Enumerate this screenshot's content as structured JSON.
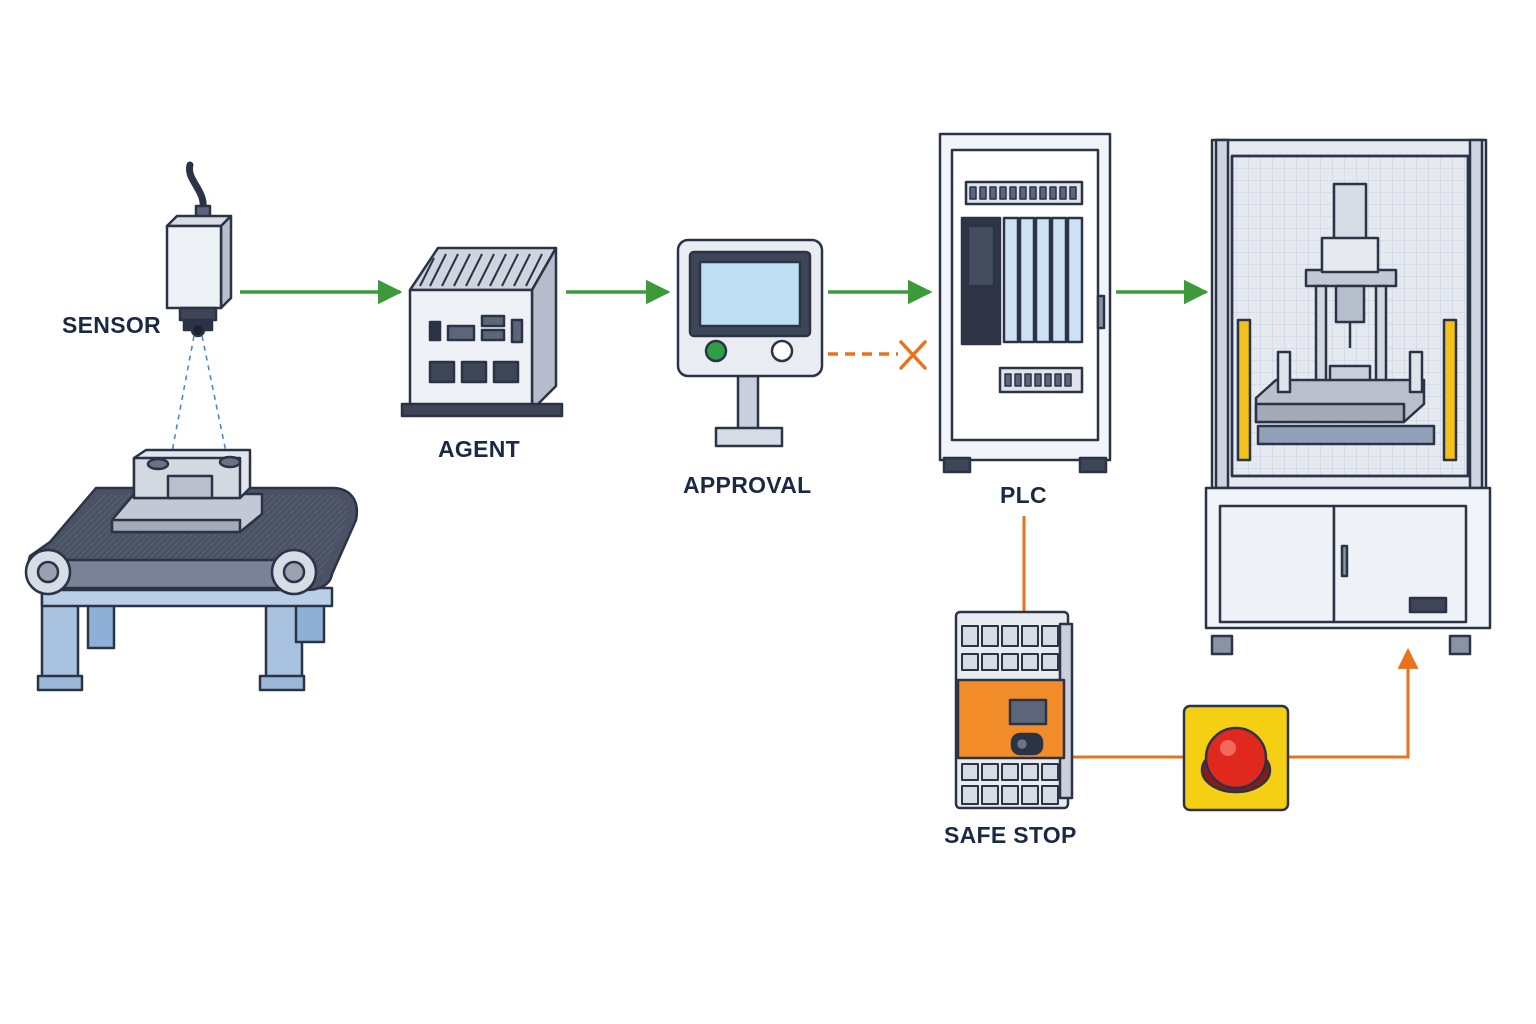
{
  "labels": {
    "sensor": "SENSOR",
    "agent": "AGENT",
    "approval": "APPROVAL",
    "plc": "PLC",
    "safe_stop": "SAFE STOP"
  },
  "connections": [
    {
      "from": "sensor",
      "to": "agent",
      "type": "signal",
      "style": "solid-arrow"
    },
    {
      "from": "agent",
      "to": "approval",
      "type": "signal",
      "style": "solid-arrow"
    },
    {
      "from": "approval",
      "to": "plc",
      "type": "signal",
      "style": "solid-arrow"
    },
    {
      "from": "approval",
      "to": "plc",
      "type": "blocked",
      "style": "dashed-cross"
    },
    {
      "from": "plc",
      "to": "machine",
      "type": "signal",
      "style": "solid-arrow"
    },
    {
      "from": "plc",
      "to": "safe_stop",
      "type": "safety",
      "style": "solid-line"
    },
    {
      "from": "safe_stop",
      "to": "emergency_stop_button",
      "type": "safety",
      "style": "solid-line"
    },
    {
      "from": "emergency_stop_button",
      "to": "machine",
      "type": "safety",
      "style": "solid-arrow"
    }
  ],
  "icons": {
    "sensor": "camera-sensor-icon",
    "conveyor": "conveyor-belt-icon",
    "agent": "edge-computer-icon",
    "approval": "hmi-panel-icon",
    "plc": "plc-cabinet-icon",
    "machine": "press-machine-icon",
    "safe_stop": "safety-relay-icon",
    "estop": "emergency-stop-button-icon"
  },
  "colors": {
    "signal": "#3c9a3a",
    "safety": "#e8731c",
    "outline": "#2b3346",
    "label": "#1b2a44"
  }
}
